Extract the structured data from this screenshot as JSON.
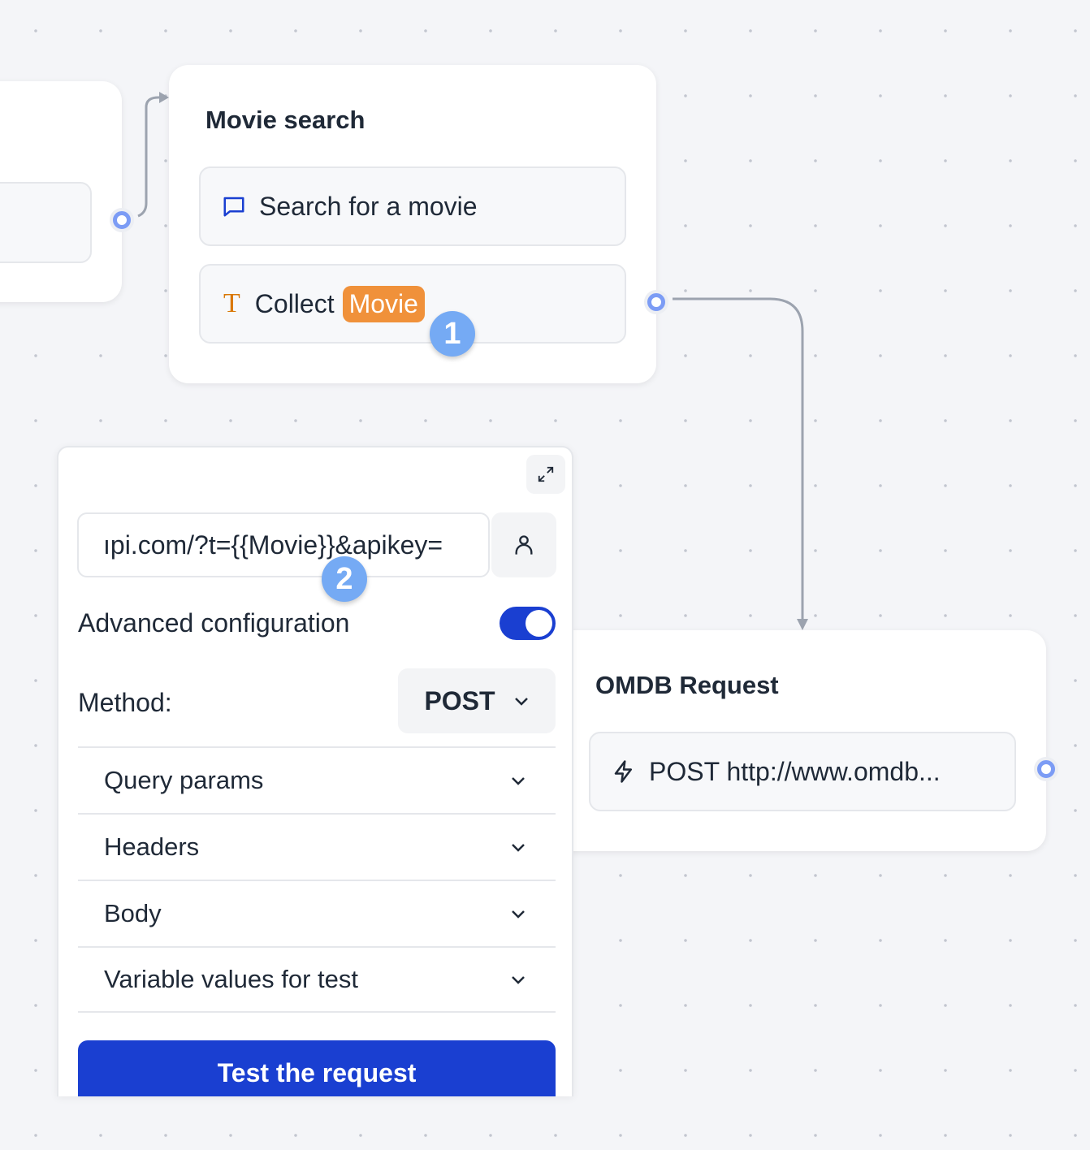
{
  "nodes": {
    "movie_search": {
      "title": "Movie search",
      "blocks": [
        {
          "icon": "chat-bubble-icon",
          "label": "Search for a movie"
        },
        {
          "icon": "text-input-icon",
          "label": "Collect",
          "variable": "Movie"
        }
      ]
    },
    "omdb": {
      "title": "OMDB Request",
      "blocks": [
        {
          "icon": "lightning-icon",
          "label": "POST http://www.omdb..."
        }
      ]
    }
  },
  "badges": [
    "1",
    "2"
  ],
  "panel": {
    "url_value": "ıpi.com/?t={{Movie}}&apikey=",
    "advanced_label": "Advanced configuration",
    "advanced_enabled": true,
    "method_label": "Method:",
    "method_value": "POST",
    "sections": [
      "Query params",
      "Headers",
      "Body",
      "Variable values for test"
    ],
    "test_button": "Test the request"
  },
  "colors": {
    "accent": "#1a3fd1",
    "variable": "#f0913a",
    "badge": "#75aaf4",
    "handle": "#7c9cf5"
  }
}
